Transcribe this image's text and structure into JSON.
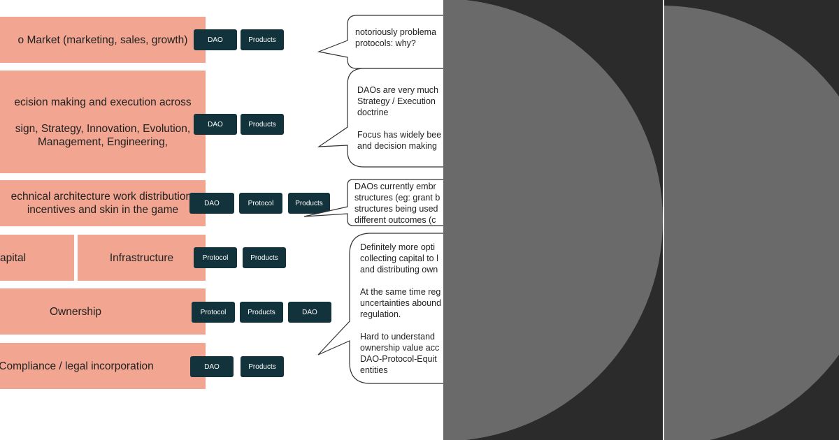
{
  "rows": [
    {
      "lines": [
        "o Market (marketing, sales, growth)"
      ],
      "tags": [
        "DAO",
        "Products"
      ]
    },
    {
      "lines": [
        "ecision making and execution across",
        "",
        "sign, Strategy, Innovation, Evolution,",
        "Management, Engineering,"
      ],
      "tags": [
        "DAO",
        "Products"
      ]
    },
    {
      "lines": [
        "echnical architecture work distribution,",
        "incentives and skin in the game"
      ],
      "tags": [
        "DAO",
        "Protocol",
        "Products"
      ]
    },
    {
      "lines": [
        "apital"
      ],
      "tags": []
    },
    {
      "lines": [
        "Infrastructure"
      ],
      "tags": [
        "Protocol",
        "Products"
      ]
    },
    {
      "lines": [
        "Ownership"
      ],
      "tags": [
        "Protocol",
        "Products",
        "DAO"
      ]
    },
    {
      "lines": [
        "Compliance / legal incorporation"
      ],
      "tags": [
        "DAO",
        "Products"
      ]
    }
  ],
  "bubbles": [
    {
      "lines": [
        "notoriously problema",
        "protocols: why?"
      ]
    },
    {
      "lines": [
        "DAOs are very much",
        "Strategy / Execution",
        "doctrine",
        "",
        "Focus has widely bee",
        "and decision making"
      ]
    },
    {
      "lines": [
        "DAOs currently embr",
        "structures (eg: grant b",
        "structures being used",
        "different outcomes (c"
      ]
    },
    {
      "lines": [
        "Definitely more opti",
        "collecting capital to l",
        "and distributing own",
        "",
        "At the same time reg",
        "uncertainties abound",
        "regulation.",
        "",
        "Hard to understand",
        "ownership value acc",
        "DAO-Protocol-Equit",
        "entities"
      ]
    }
  ],
  "colors": {
    "bar": "#f2a590",
    "tag": "#12323c",
    "panel_bg": "#2b2b2b",
    "circle": "#6a6a6a"
  }
}
